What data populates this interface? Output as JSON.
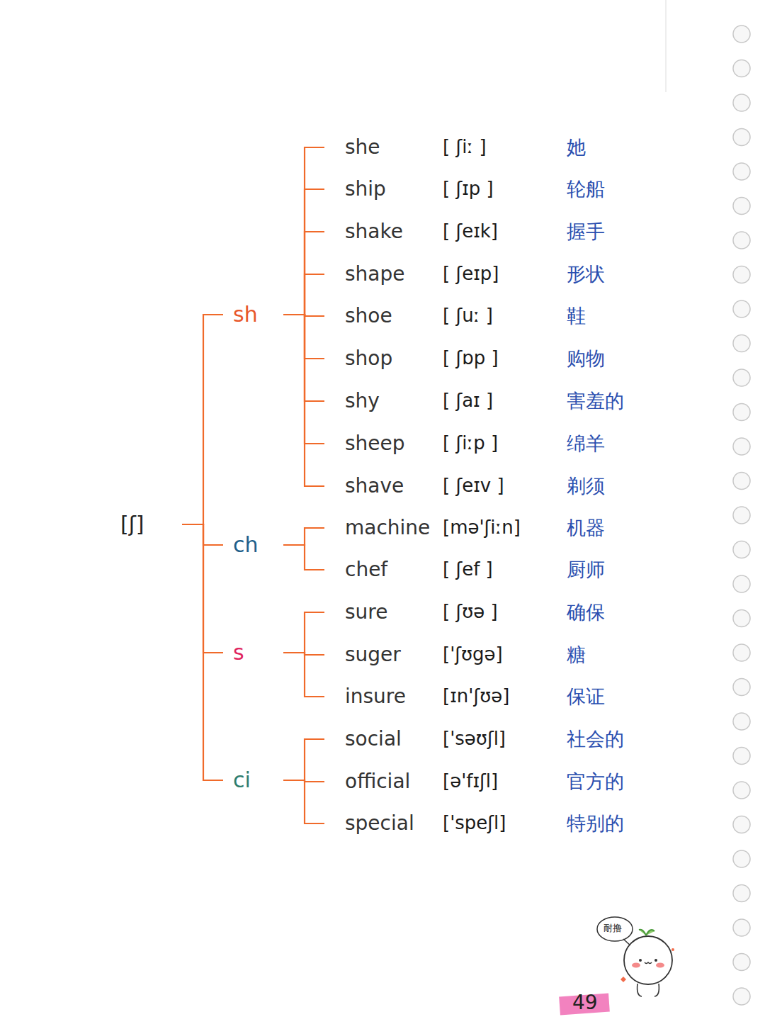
{
  "diagram": {
    "nodes": [
      {
        "text": [
          "[ʃ]"
        ]
      },
      {
        "text": [
          "sh"
        ]
      },
      {
        "text": [
          "she",
          "[ ʃiː ]",
          "她"
        ]
      },
      {
        "text": [
          "ship",
          "[ ʃɪp ]",
          "轮船"
        ]
      },
      {
        "text": [
          "shake",
          "[ ʃeɪk]",
          "握手"
        ]
      },
      {
        "text": [
          "shape",
          "[ ʃeɪp]",
          "形状"
        ]
      },
      {
        "text": [
          "shoe",
          "[ ʃuː ]",
          "鞋"
        ]
      },
      {
        "text": [
          "shop",
          "[ ʃɒp ]",
          "购物"
        ]
      },
      {
        "text": [
          "shy",
          "[ ʃaɪ ]",
          "害羞的"
        ]
      },
      {
        "text": [
          "sheep",
          "[ ʃiːp ]",
          "绵羊"
        ]
      },
      {
        "text": [
          "shave",
          "[ ʃeɪv ]",
          "剃须"
        ]
      },
      {
        "text": [
          "ch"
        ]
      },
      {
        "text": [
          "machine",
          "[mə'ʃiːn]",
          "机器"
        ]
      },
      {
        "text": [
          "chef",
          "[ ʃef ]",
          "厨师"
        ]
      },
      {
        "text": [
          "s"
        ]
      },
      {
        "text": [
          "sure",
          "[ ʃʊə ]",
          "确保"
        ]
      },
      {
        "text": [
          "suger",
          "['ʃʊgə]",
          "糖"
        ]
      },
      {
        "text": [
          "insure",
          "[ɪn'ʃʊə]",
          "保证"
        ]
      },
      {
        "text": [
          "ci"
        ]
      },
      {
        "text": [
          "social",
          "['səʊʃl]",
          "社会的"
        ]
      },
      {
        "text": [
          "official",
          "[ə'fɪʃl]",
          "官方的"
        ]
      },
      {
        "text": [
          "special",
          "['speʃl]",
          "特别的"
        ]
      }
    ],
    "edges": [
      {
        "from": 0,
        "to": 1,
        "arrow": "none"
      },
      {
        "from": 0,
        "to": 11,
        "arrow": "none"
      },
      {
        "from": 0,
        "to": 14,
        "arrow": "none"
      },
      {
        "from": 0,
        "to": 18,
        "arrow": "none"
      },
      {
        "from": 1,
        "to": 2,
        "arrow": "none"
      },
      {
        "from": 1,
        "to": 3,
        "arrow": "none"
      },
      {
        "from": 1,
        "to": 4,
        "arrow": "none"
      },
      {
        "from": 1,
        "to": 5,
        "arrow": "none"
      },
      {
        "from": 1,
        "to": 6,
        "arrow": "none"
      },
      {
        "from": 1,
        "to": 7,
        "arrow": "none"
      },
      {
        "from": 1,
        "to": 8,
        "arrow": "none"
      },
      {
        "from": 1,
        "to": 9,
        "arrow": "none"
      },
      {
        "from": 1,
        "to": 10,
        "arrow": "none"
      },
      {
        "from": 11,
        "to": 12,
        "arrow": "none"
      },
      {
        "from": 11,
        "to": 13,
        "arrow": "none"
      },
      {
        "from": 14,
        "to": 15,
        "arrow": "none"
      },
      {
        "from": 14,
        "to": 16,
        "arrow": "none"
      },
      {
        "from": 14,
        "to": 17,
        "arrow": "none"
      },
      {
        "from": 18,
        "to": 19,
        "arrow": "none"
      },
      {
        "from": 18,
        "to": 20,
        "arrow": "none"
      },
      {
        "from": 18,
        "to": 21,
        "arrow": "none"
      }
    ],
    "labels": [
      "49",
      "耐撸"
    ]
  }
}
